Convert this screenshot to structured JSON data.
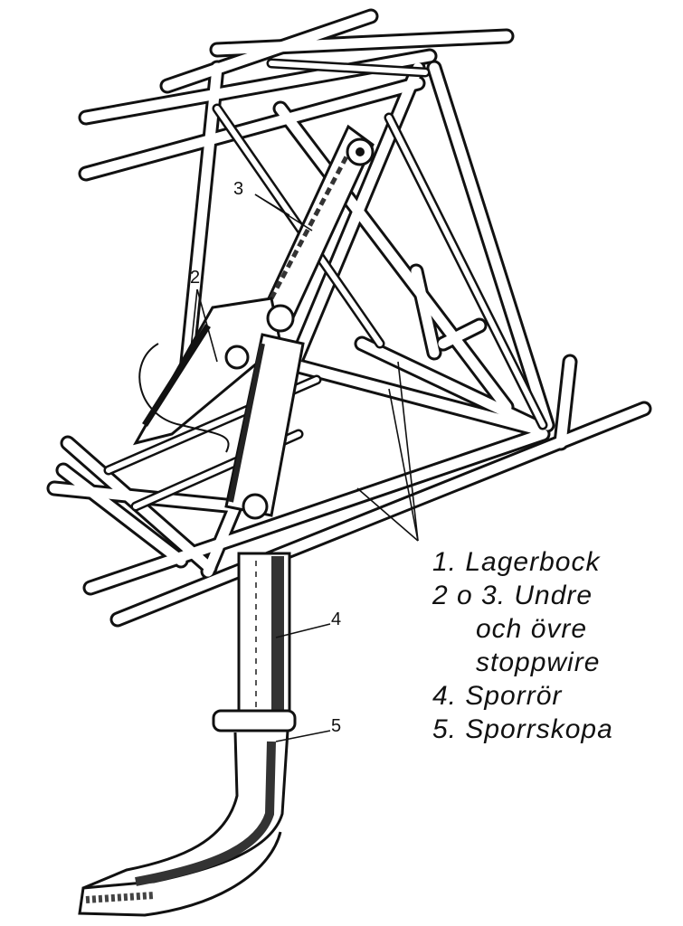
{
  "callouts": {
    "c2": "2",
    "c3": "3",
    "c4": "4",
    "c5": "5"
  },
  "legend": {
    "item1": "1.  Lagerbock",
    "item23": "2 o 3.  Undre",
    "item23_line2": "och övre",
    "item23_line3": "stoppwire",
    "item4": "4.  Sporrör",
    "item5": "5.  Sporrskopa"
  }
}
